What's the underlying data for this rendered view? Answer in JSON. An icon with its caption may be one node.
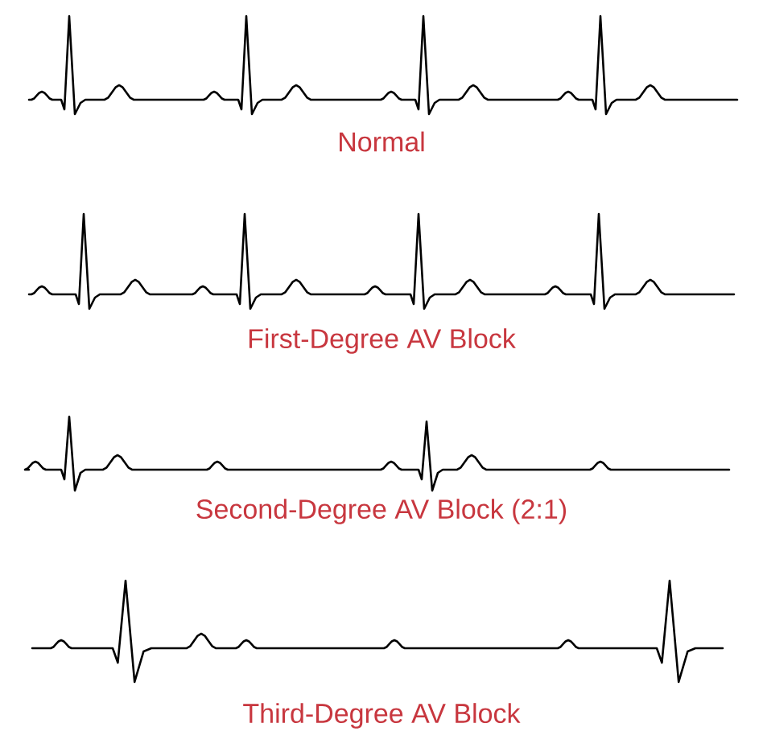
{
  "diagram": {
    "labels": [
      "Normal",
      "First-Degree AV Block",
      "Second-Degree AV Block (2:1)",
      "Third-Degree AV Block"
    ]
  }
}
